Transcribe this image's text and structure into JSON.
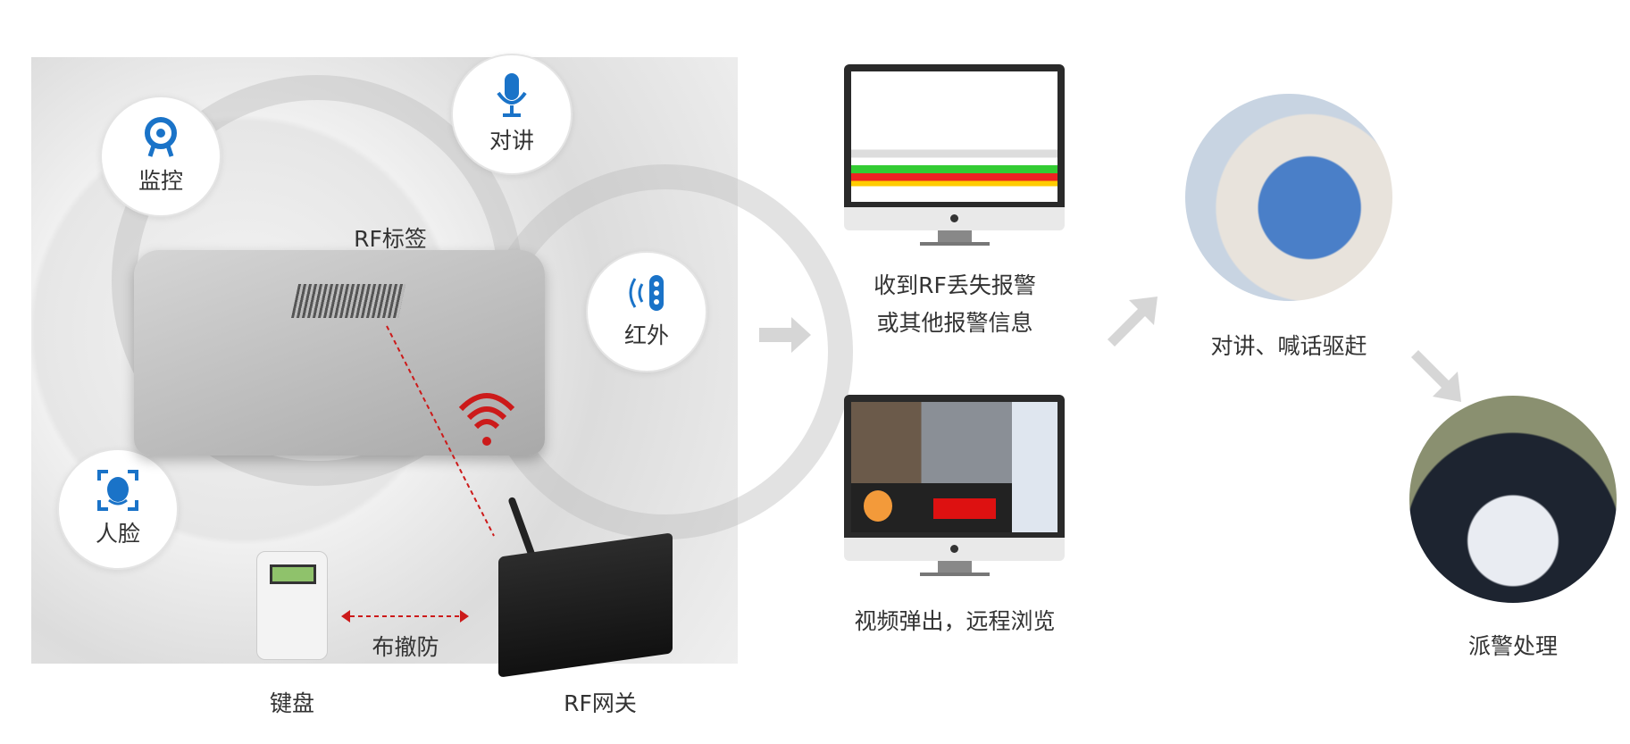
{
  "left_scene": {
    "features": [
      {
        "label": "监控",
        "icon": "webcam-icon"
      },
      {
        "label": "对讲",
        "icon": "microphone-icon"
      },
      {
        "label": "红外",
        "icon": "infrared-sensor-icon"
      },
      {
        "label": "人脸",
        "icon": "face-recognition-icon"
      }
    ],
    "rf_tag_label": "RF标签",
    "arm_disarm_label": "布撤防",
    "keypad_label": "键盘",
    "gateway_label": "RF网关"
  },
  "flow": {
    "alarm_text_line1": "收到RF丢失报警",
    "alarm_text_line2": "或其他报警信息",
    "video_text": "视频弹出，远程浏览",
    "intercom_text": "对讲、喊话驱赶",
    "dispatch_text": "派警处理"
  },
  "colors": {
    "accent_blue": "#1a73c8",
    "signal_red": "#cc1a1a",
    "arrow_gray": "#d6d6d6"
  }
}
